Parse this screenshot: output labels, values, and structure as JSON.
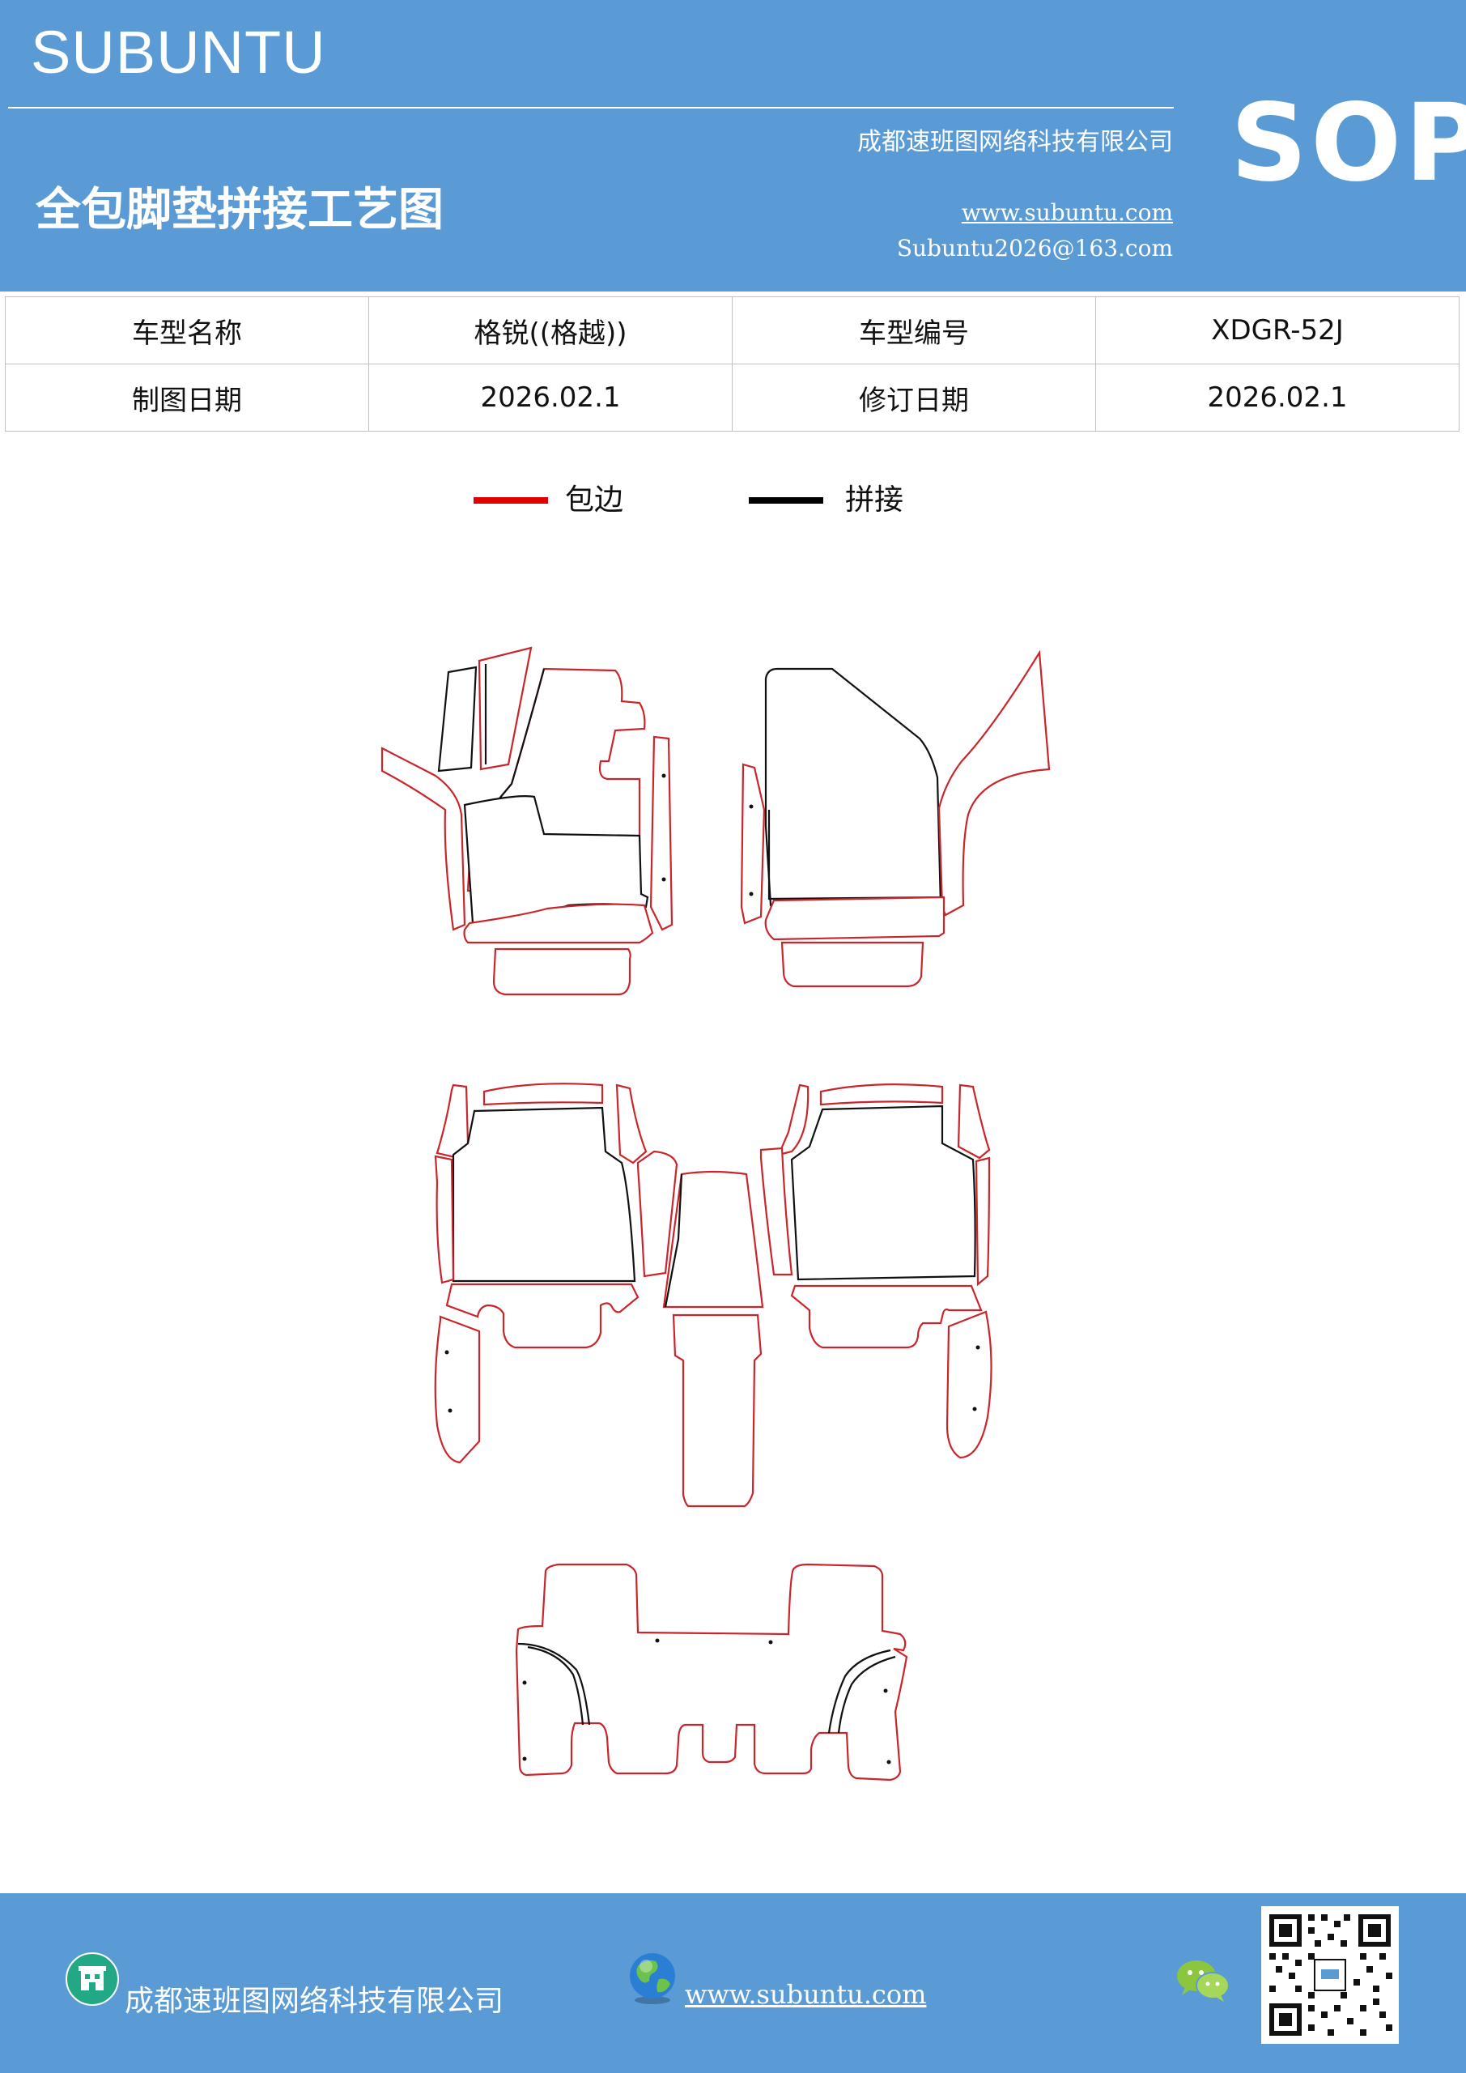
{
  "header": {
    "brand": "SUBUNTU",
    "company": "成都速班图网络科技有限公司",
    "title": "全包脚垫拼接工艺图",
    "website": "www.subuntu.com",
    "email": "Subuntu2026@163.com",
    "sop": "SOP"
  },
  "info_table": {
    "rows": [
      {
        "label1": "车型名称",
        "value1": "格锐((格越))",
        "label2": "车型编号",
        "value2": "XDGR-52J"
      },
      {
        "label1": "制图日期",
        "value1": "2026.02.1",
        "label2": "修订日期",
        "value2": "2026.02.1"
      }
    ]
  },
  "legend": {
    "items": [
      {
        "label": "包边",
        "color": "#e00000"
      },
      {
        "label": "拼接",
        "color": "#000000"
      }
    ]
  },
  "colors": {
    "header_bg": "#5b9bd5",
    "binding_line": "#c8262b",
    "seam_line": "#111111"
  },
  "footer": {
    "company": "成都速班图网络科技有限公司",
    "website": "www.subuntu.com",
    "icons": [
      "building-icon",
      "globe-icon",
      "wechat-icon",
      "qr-code"
    ]
  }
}
